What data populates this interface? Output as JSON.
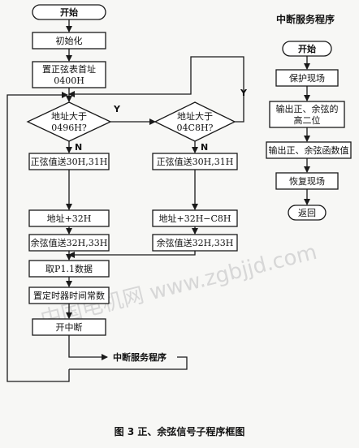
{
  "caption": "图 3  正、余弦信号子程序框图",
  "watermark": "中国电机网 www.zgbjjd.com",
  "main_flow": {
    "start": "开始",
    "init": "初始化",
    "set_table_line1": "置正弦表首址",
    "set_table_line2": "0400H",
    "decision1_line1": "地址大于",
    "decision1_line2": "0496H?",
    "decision2_line1": "地址大于",
    "decision2_line2": "04C8H?",
    "yes": "Y",
    "no": "N",
    "left_sin": "正弦值送30H,31H",
    "left_addr": "地址+32H",
    "left_cos": "余弦值送32H,33H",
    "right_sin": "正弦值送30H,31H",
    "right_addr": "地址+32H−C8H",
    "right_cos": "余弦值送32H,33H",
    "read_p11": "取P1.1数据",
    "set_timer": "置定时器时间常数",
    "enable_int": "开中断",
    "isr_ref": "中断服务程序"
  },
  "isr_flow": {
    "title": "中断服务程序",
    "start": "开始",
    "protect": "保护现场",
    "output_high_line1": "输出正、余弦的",
    "output_high_line2": "高二位",
    "output_values": "输出正、余弦函数值",
    "restore": "恢复现场",
    "return": "返回"
  }
}
